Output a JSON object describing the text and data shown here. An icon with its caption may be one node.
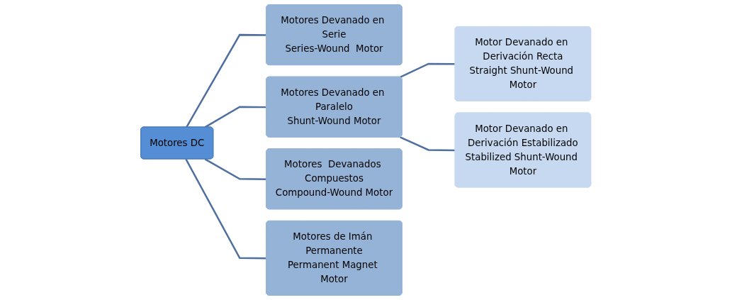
{
  "diagram": {
    "nodes": [
      {
        "text": [
          "Motores DC"
        ]
      },
      {
        "text": [
          "Motores Devanado en Serie",
          "Series-Wound  Motor"
        ]
      },
      {
        "text": [
          "Motores Devanado en Paralelo",
          "Shunt-Wound Motor"
        ]
      },
      {
        "text": [
          "Motores  Devanados Compuestos",
          "Compound-Wound Motor"
        ]
      },
      {
        "text": [
          "Motores de Imán Permanente",
          "Permanent Magnet Motor"
        ]
      },
      {
        "text": [
          "Motor Devanado en Derivación Recta",
          "Straight Shunt-Wound Motor"
        ]
      },
      {
        "text": [
          "Motor Devanado en Derivación Estabilizado",
          "Stabilized Shunt-Wound Motor"
        ]
      }
    ],
    "edges": [
      {
        "from": 0,
        "to": 1,
        "arrow": "none"
      },
      {
        "from": 0,
        "to": 2,
        "arrow": "none"
      },
      {
        "from": 0,
        "to": 3,
        "arrow": "none"
      },
      {
        "from": 0,
        "to": 4,
        "arrow": "none"
      },
      {
        "from": 2,
        "to": 5,
        "arrow": "none"
      },
      {
        "from": 2,
        "to": 6,
        "arrow": "none"
      }
    ]
  }
}
